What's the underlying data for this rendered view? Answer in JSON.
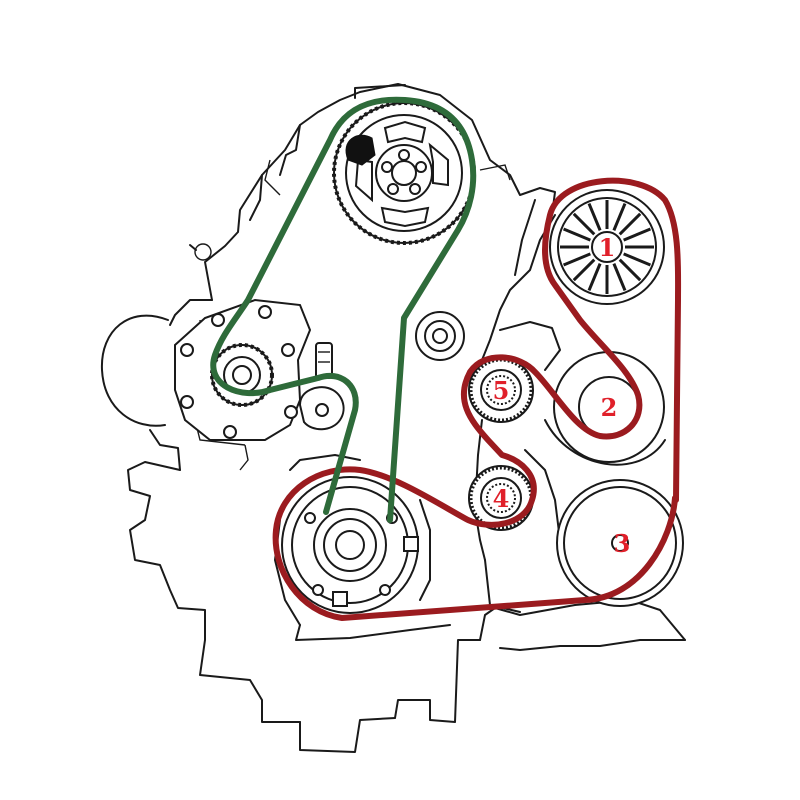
{
  "colors": {
    "timing_belt": "#2e6b3a",
    "accessory_belt": "#9b1b1f",
    "label": "#e0202a",
    "outline": "#1a1a1a"
  },
  "pulley_labels": [
    "1",
    "2",
    "3",
    "4",
    "5"
  ]
}
